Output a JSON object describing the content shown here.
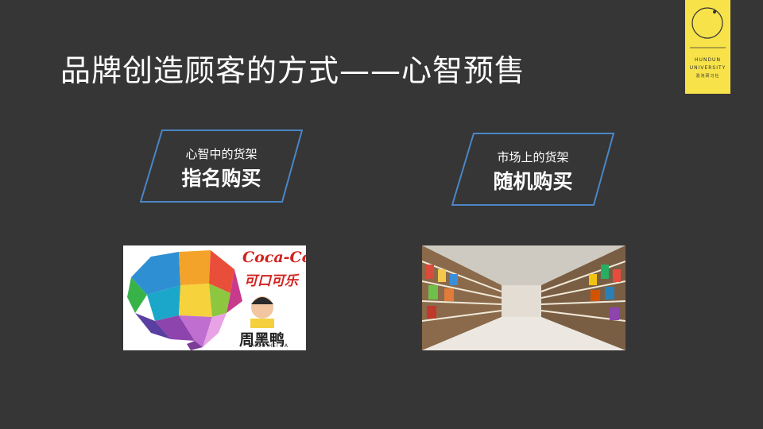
{
  "slide": {
    "title": "品牌创造顾客的方式——心智预售",
    "colors": {
      "background": "#363636",
      "accent_border": "#4a86c5",
      "logo_yellow": "#f7e24a"
    }
  },
  "logo": {
    "line1": "HUNDUN",
    "line2": "UNIVERSITY",
    "line3": "混沌研习社",
    "icon": "circle-logo-icon"
  },
  "left_box": {
    "line1": "心智中的货架",
    "line2": "指名购买"
  },
  "right_box": {
    "line1": "市场上的货架",
    "line2": "随机购买"
  },
  "left_image": {
    "icon": "polygon-brain-icon",
    "brand1": "Coca-Cola",
    "brand1_cn": "可口可乐",
    "brand2": "周黑鸭",
    "brand2_en": "ZHOU HEI YA"
  },
  "right_image": {
    "icon": "supermarket-aisle-image"
  }
}
